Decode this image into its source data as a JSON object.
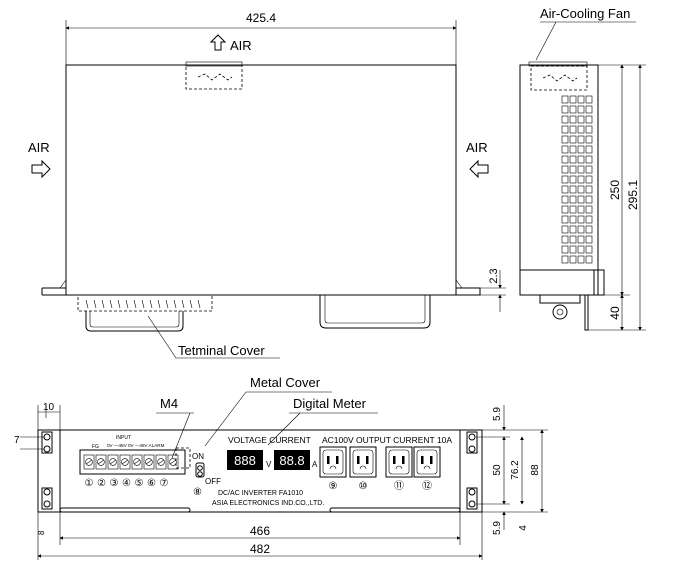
{
  "top_view": {
    "width_dim": "425.4",
    "air_top": "AIR",
    "air_left": "AIR",
    "air_right": "AIR",
    "side_dim_small": "2.3",
    "terminal_cover_label": "Tetminal Cover"
  },
  "side_view": {
    "fan_label": "Air-Cooling Fan",
    "dim_250": "250",
    "dim_295": "295.1",
    "dim_40": "40"
  },
  "front_view": {
    "metal_cover_label": "Metal Cover",
    "m4_label": "M4",
    "digital_meter_label": "Digital Meter",
    "dim_10": "10",
    "dim_7": "7",
    "dim_466": "466",
    "dim_482": "482",
    "dim_5_9_top": "5.9",
    "dim_5_9_bottom": "5.9",
    "dim_4": "4",
    "dim_50": "50",
    "dim_76_2": "76.2",
    "dim_88": "88",
    "dim_8": "8",
    "fg_label": "FG",
    "input_label": "INPUT",
    "terminal_top_labels": "0V —48V  0V —48V ALARM",
    "terminal_numbers": [
      "①",
      "②",
      "③",
      "④",
      "⑤",
      "⑥",
      "⑦"
    ],
    "switch_on": "ON",
    "switch_off": "OFF",
    "switch_number": "⑧",
    "voltage_current_label": "VOLTAGE CURRENT",
    "volt_display": "888",
    "volt_unit": "V",
    "amp_display": "88.8",
    "amp_unit": "A",
    "output_label": "AC100V OUTPUT CURRENT 10A",
    "outlet_numbers": [
      "⑨",
      "⑩",
      "⑪",
      "⑫"
    ],
    "model_line": "DC/AC  INVERTER  FA1010",
    "company_line": "ASIA ELECTRONICS IND.CO.,LTD."
  },
  "colors": {
    "line": "#000000",
    "background": "#ffffff",
    "display_bg": "#000000"
  }
}
